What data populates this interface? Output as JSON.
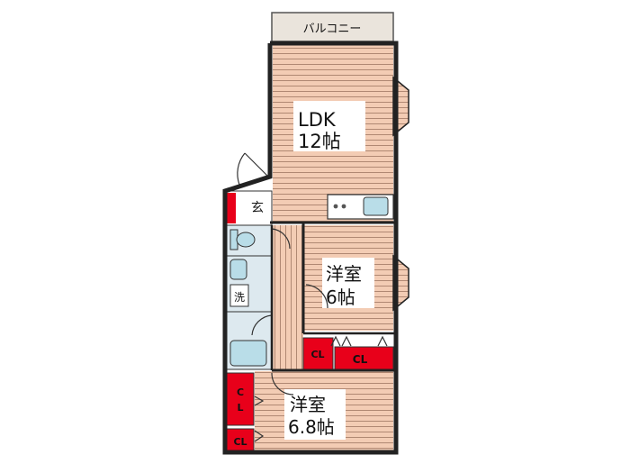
{
  "plan": {
    "balcony": "バルコニー",
    "ldk": {
      "name": "LDK",
      "size": "12帖"
    },
    "entrance": "玄",
    "washroom": "洗",
    "room1": {
      "name": "洋室",
      "size": "6帖"
    },
    "room2": {
      "name": "洋室",
      "size": "6.8帖"
    },
    "closet": "CL",
    "closet_vertical": [
      "C",
      "L"
    ]
  },
  "colors": {
    "floor": "#f3ccb4",
    "floor_stripe": "#b08873",
    "balcony": "#eae4dc",
    "closet": "#e8001a",
    "wet": "#dde9ef",
    "fixture": "#b9dde8",
    "counter": "#ffffff"
  }
}
